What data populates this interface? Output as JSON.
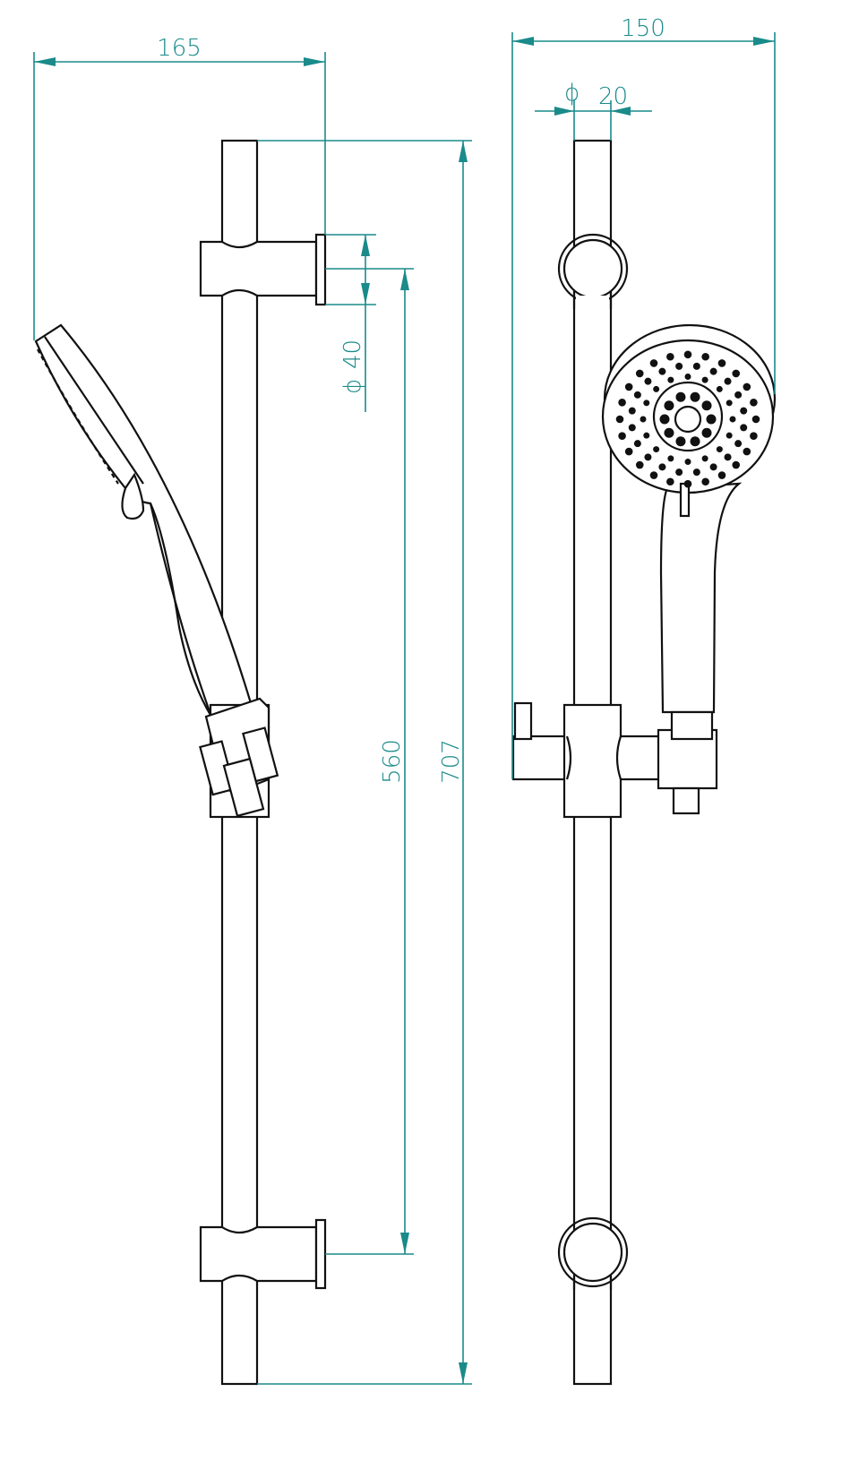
{
  "colors": {
    "dimension": "#1a8a8a",
    "outline": "#111111"
  },
  "side_view": {
    "width_label": "165",
    "height_label": "707",
    "spacing_label": "560",
    "flange_diameter_symbol": "ϕ",
    "flange_diameter_value": "40"
  },
  "front_view": {
    "width_label": "150",
    "rail_diameter_symbol": "ϕ",
    "rail_diameter_value": "20"
  }
}
